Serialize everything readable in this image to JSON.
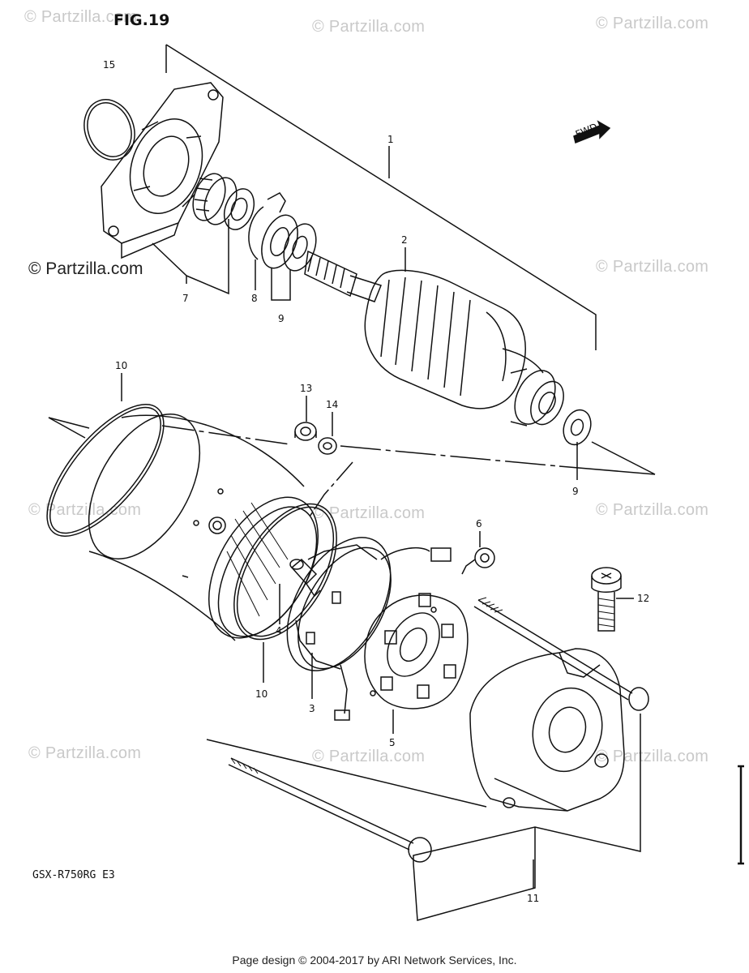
{
  "figure_title": "FIG.19",
  "model_code": "GSX-R750RG E3",
  "footer": "Page design © 2004-2017 by ARI Network Services, Inc.",
  "direction_marker": "FWD",
  "watermark_text": "© Partzilla.com",
  "callouts": {
    "c1": "1",
    "c2": "2",
    "c3": "3",
    "c4": "4",
    "c5": "5",
    "c6": "6",
    "c7": "7",
    "c8": "8",
    "c9a": "9",
    "c9b": "9",
    "c10a": "10",
    "c10b": "10",
    "c11": "11",
    "c12": "12",
    "c13": "13",
    "c14": "14",
    "c15": "15"
  }
}
